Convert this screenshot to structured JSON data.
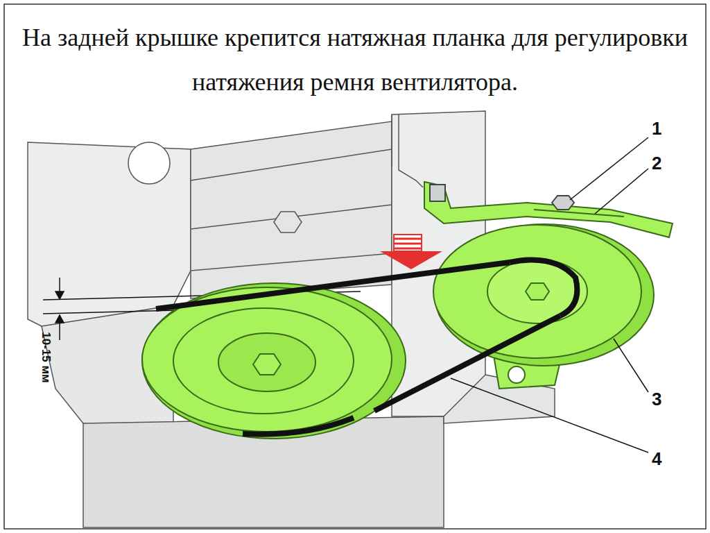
{
  "diagram": {
    "title": "На задней крышке крепится натяжная планка для регулировки натяжения ремня вентилятора.",
    "labels": [
      "1",
      "2",
      "3",
      "4",
      "10-15 мм"
    ]
  }
}
